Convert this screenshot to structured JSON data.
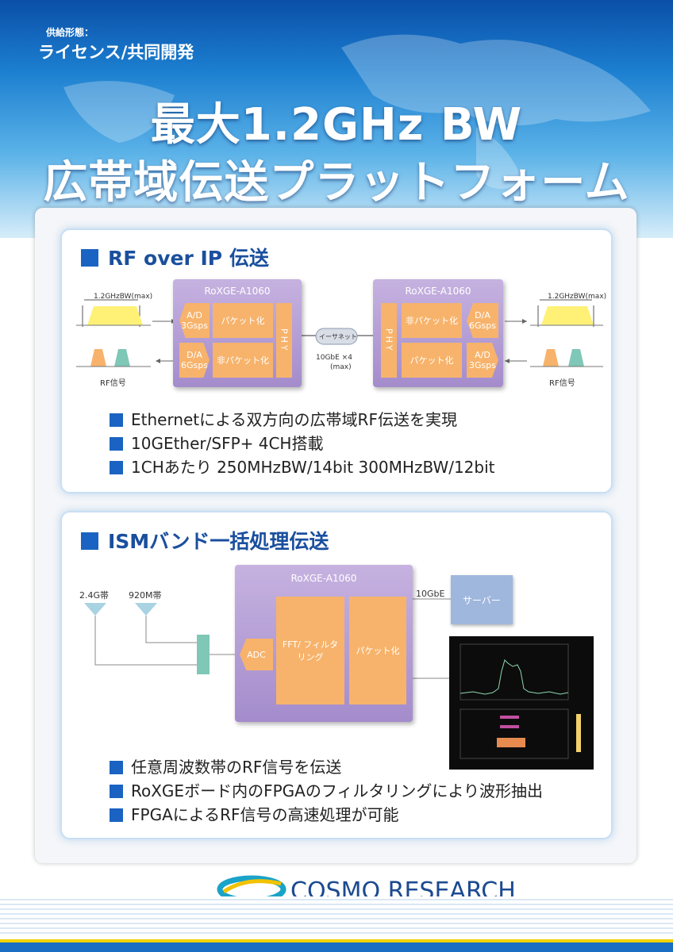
{
  "supply": {
    "label": "供給形態：",
    "value": "ライセンス/共同開発"
  },
  "title": {
    "line1": "最大1.2GHz BW",
    "line2": "広帯域伝送プラットフォーム"
  },
  "rf_ip": {
    "heading": "RF over IP 伝送",
    "chip_name": "RoXGE-A1060",
    "bw_label": "1.2GHzBW(max)",
    "rf_signal": "RF信号",
    "ad_left": "A/D 3Gsps",
    "da_left": "D/A 6Gsps",
    "packetize": "パケット化",
    "depacketize": "非パケット化",
    "phy": "PHY",
    "ethernet": "イーサネット",
    "link": "10GbE ×4",
    "link_max": "(max)",
    "da_right": "D/A 6Gsps",
    "ad_right": "A/D 3Gsps",
    "bullets": [
      "Ethernetによる双方向の広帯域RF伝送を実現",
      "10GEther/SFP+ 4CH搭載",
      "1CHあたり 250MHzBW/14bit 300MHzBW/12bit"
    ]
  },
  "ism": {
    "heading": "ISMバンド一括処理伝送",
    "chip_name": "RoXGE-A1060",
    "band1": "2.4G帯",
    "band2": "920M帯",
    "adc": "ADC",
    "fft": "FFT/ フィルタリング",
    "packetize": "パケット化",
    "link": "10GbE",
    "server": "サーバー",
    "bullets": [
      "任意周波数帯のRF信号を伝送",
      "RoXGEボード内のFPGAのフィルタリングにより波形抽出",
      "FPGAによるRF信号の高速処理が可能"
    ]
  },
  "logo": {
    "name": "COSMO RESEARCH"
  },
  "colors": {
    "accent_blue": "#1a63c2",
    "orange": "#f7b36b",
    "purple": "#a48ccc",
    "logo_cyan": "#1aa3c8",
    "logo_yellow": "#f2c200"
  }
}
